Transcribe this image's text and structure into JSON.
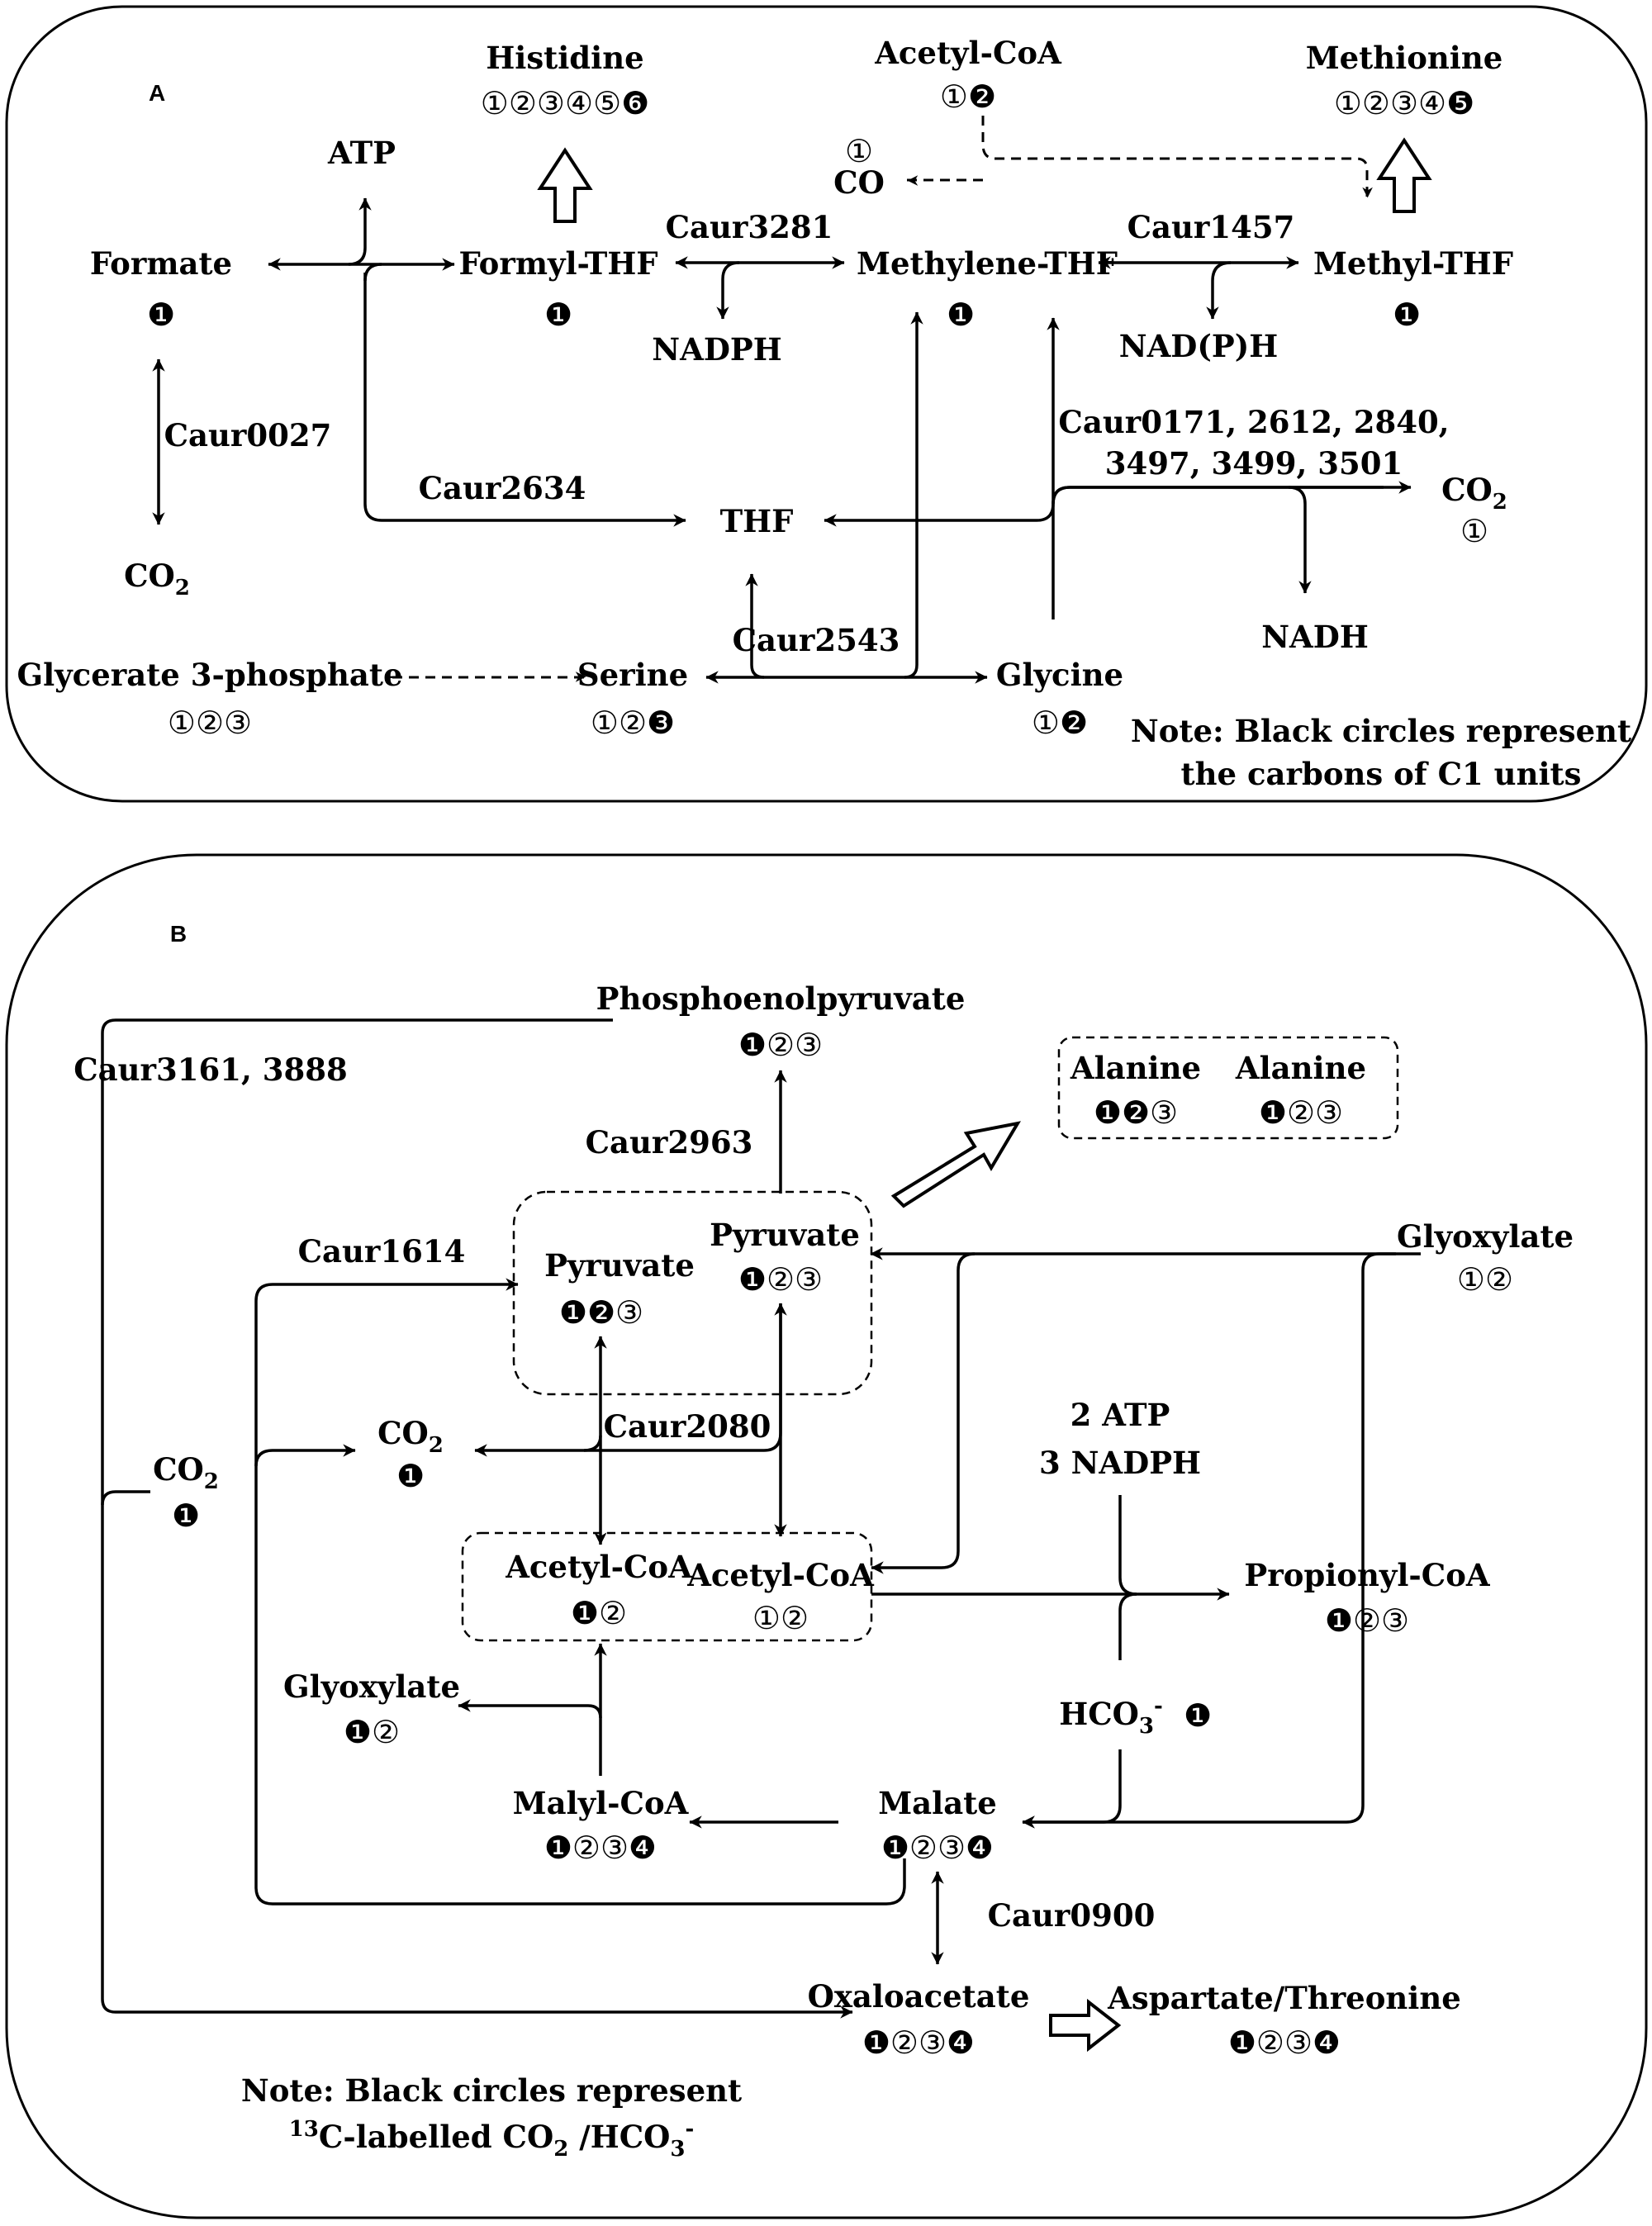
{
  "panel_a": {
    "label": "A",
    "histidine": {
      "name": "Histidine",
      "carbons": "①②③④⑤❻"
    },
    "acetyl_coa": {
      "name": "Acetyl-CoA",
      "carbons": "①❷"
    },
    "methionine": {
      "name": "Methionine",
      "carbons": "①②③④❺"
    },
    "atp": "ATP",
    "co": {
      "name": "CO",
      "carbons": "①"
    },
    "formate": {
      "name": "Formate",
      "carbons": "❶"
    },
    "formyl_thf": {
      "name": "Formyl-THF",
      "carbons": "❶"
    },
    "methylene_thf": {
      "name": "Methylene-THF",
      "carbons": "❶"
    },
    "methyl_thf": {
      "name": "Methyl-THF",
      "carbons": "❶"
    },
    "caur3281": "Caur3281",
    "caur1457": "Caur1457",
    "nadph": "NADPH",
    "nadp_h": "NAD(P)H",
    "caur0027": "Caur0027",
    "caur_multi_1": "Caur0171, 2612, 2840,",
    "caur_multi_2": "3497, 3499, 3501",
    "caur2634": "Caur2634",
    "thf": "THF",
    "co2_right": {
      "name": "CO",
      "sub": "2",
      "carbons": "①"
    },
    "co2_left": {
      "name": "CO",
      "sub": "2"
    },
    "nadh": "NADH",
    "glycerate": {
      "name": "Glycerate 3-phosphate",
      "carbons": "①②③"
    },
    "serine": {
      "name": "Serine",
      "carbons": "①②❸"
    },
    "caur2543": "Caur2543",
    "glycine": {
      "name": "Glycine",
      "carbons": "①❷"
    },
    "note_1": "Note: Black circles represent",
    "note_2": "the carbons of C1 units"
  },
  "panel_b": {
    "label": "B",
    "pep": {
      "name": "Phosphoenolpyruvate",
      "carbons": "❶②③"
    },
    "caur3161": "Caur3161, 3888",
    "caur2963": "Caur2963",
    "alanine_1": {
      "name": "Alanine",
      "carbons": "❶❷③"
    },
    "alanine_2": {
      "name": "Alanine",
      "carbons": "❶②③"
    },
    "caur1614": "Caur1614",
    "pyruvate_1": {
      "name": "Pyruvate",
      "carbons": "❶❷③"
    },
    "pyruvate_2": {
      "name": "Pyruvate",
      "carbons": "❶②③"
    },
    "glyoxylate_top": {
      "name": "Glyoxylate",
      "carbons": "①②"
    },
    "co2_mid": {
      "name": "CO",
      "sub": "2",
      "carbons": "❶"
    },
    "co2_left": {
      "name": "CO",
      "sub": "2",
      "carbons": "❶"
    },
    "caur2080": "Caur2080",
    "atp": "2 ATP",
    "nadph": "3 NADPH",
    "acetyl_coa_1": {
      "name": "Acetyl-CoA",
      "carbons": "❶②"
    },
    "acetyl_coa_2": {
      "name": "Acetyl-CoA",
      "carbons": "①②"
    },
    "propionyl_coa": {
      "name": "Propionyl-CoA",
      "carbons": "❶②③"
    },
    "glyoxylate_left": {
      "name": "Glyoxylate",
      "carbons": "❶②"
    },
    "hco3": {
      "name": "HCO",
      "sub": "3",
      "sup": "-",
      "carbons": "❶"
    },
    "malyl_coa": {
      "name": "Malyl-CoA",
      "carbons": "❶②③❹"
    },
    "malate": {
      "name": "Malate",
      "carbons": "❶②③❹"
    },
    "caur0900": "Caur0900",
    "oxaloacetate": {
      "name": "Oxaloacetate",
      "carbons": "❶②③❹"
    },
    "aspartate": {
      "name": "Aspartate/Threonine",
      "carbons": "❶②③❹"
    },
    "note_1": "Note: Black circles represent",
    "note_2_sup": "13",
    "note_2_a": "C-labelled CO",
    "note_2_sub1": "2",
    "note_2_b": " /HCO",
    "note_2_sub2": "3",
    "note_2_sup2": "-"
  }
}
